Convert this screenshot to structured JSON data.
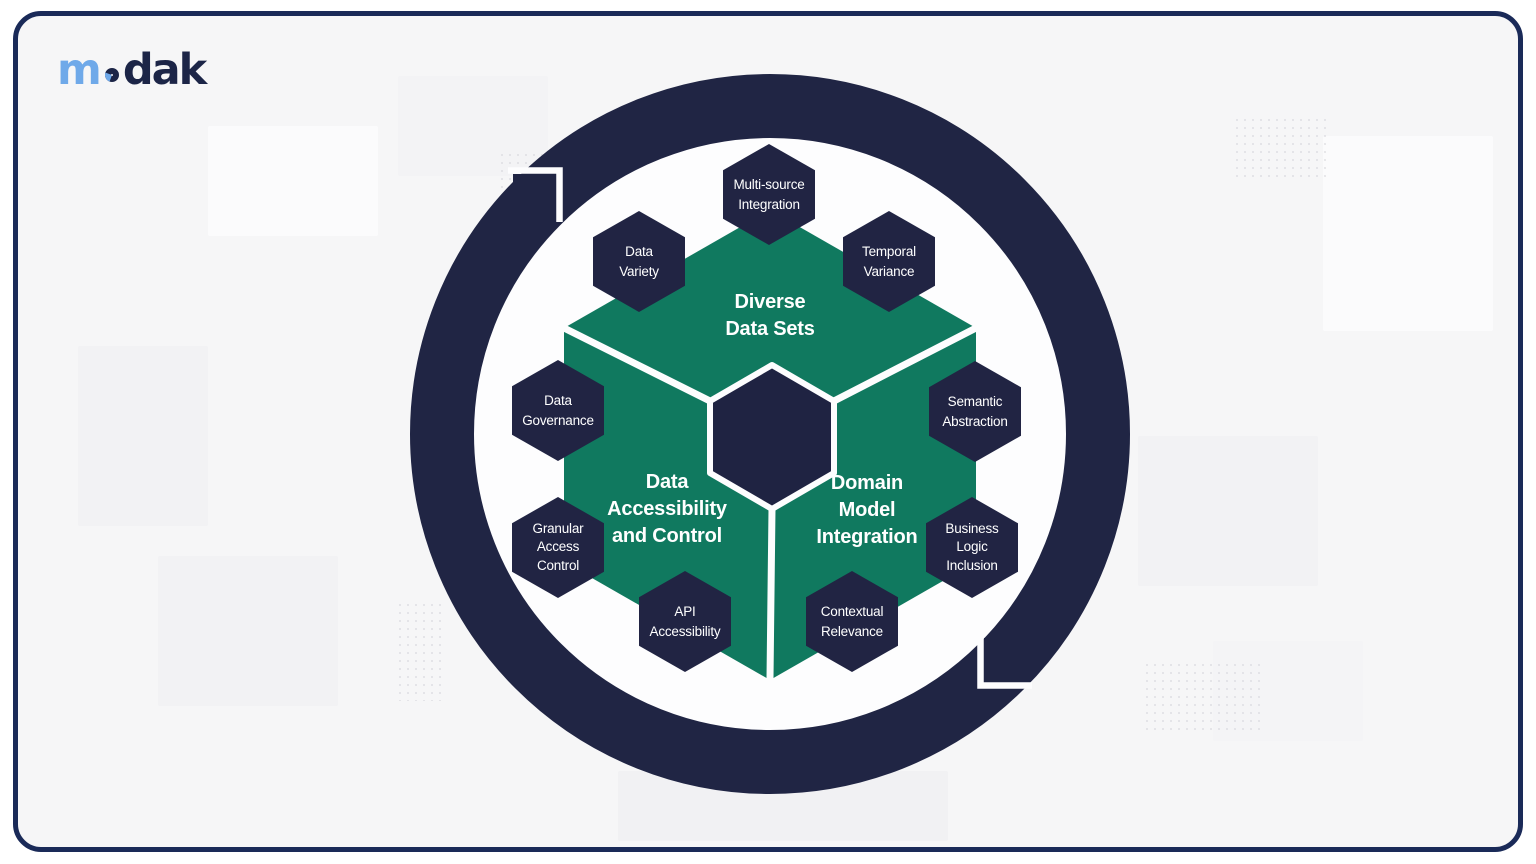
{
  "brand": {
    "logo_m": "m",
    "logo_rest": "dak",
    "logo_full_text": "modak"
  },
  "colors": {
    "navy": "#212443",
    "ring_navy": "#202544",
    "green": "#10795F",
    "logo_blue": "#6FA9E9",
    "card_border": "#1A2A58",
    "background": "#F6F6F7",
    "inner_circle": "#FDFDFE",
    "label_text": "#FFFFFF"
  },
  "diagram": {
    "faces": [
      {
        "id": "diverse-data-sets",
        "label": "Diverse\nData Sets"
      },
      {
        "id": "data-accessibility-and-control",
        "label": "Data\nAccessibility\nand Control"
      },
      {
        "id": "domain-model-integration",
        "label": "Domain\nModel\nIntegration"
      }
    ],
    "satellites": [
      {
        "id": "multi-source-integration",
        "label": "Multi-source\nIntegration"
      },
      {
        "id": "data-variety",
        "label": "Data\nVariety"
      },
      {
        "id": "temporal-variance",
        "label": "Temporal\nVariance"
      },
      {
        "id": "data-governance",
        "label": "Data\nGovernance"
      },
      {
        "id": "semantic-abstraction",
        "label": "Semantic\nAbstraction"
      },
      {
        "id": "granular-access-control",
        "label": "Granular\nAccess\nControl"
      },
      {
        "id": "business-logic-inclusion",
        "label": "Business\nLogic\nInclusion"
      },
      {
        "id": "api-accessibility",
        "label": "API\nAccessibility"
      },
      {
        "id": "contextual-relevance",
        "label": "Contextual\nRelevance"
      }
    ]
  }
}
